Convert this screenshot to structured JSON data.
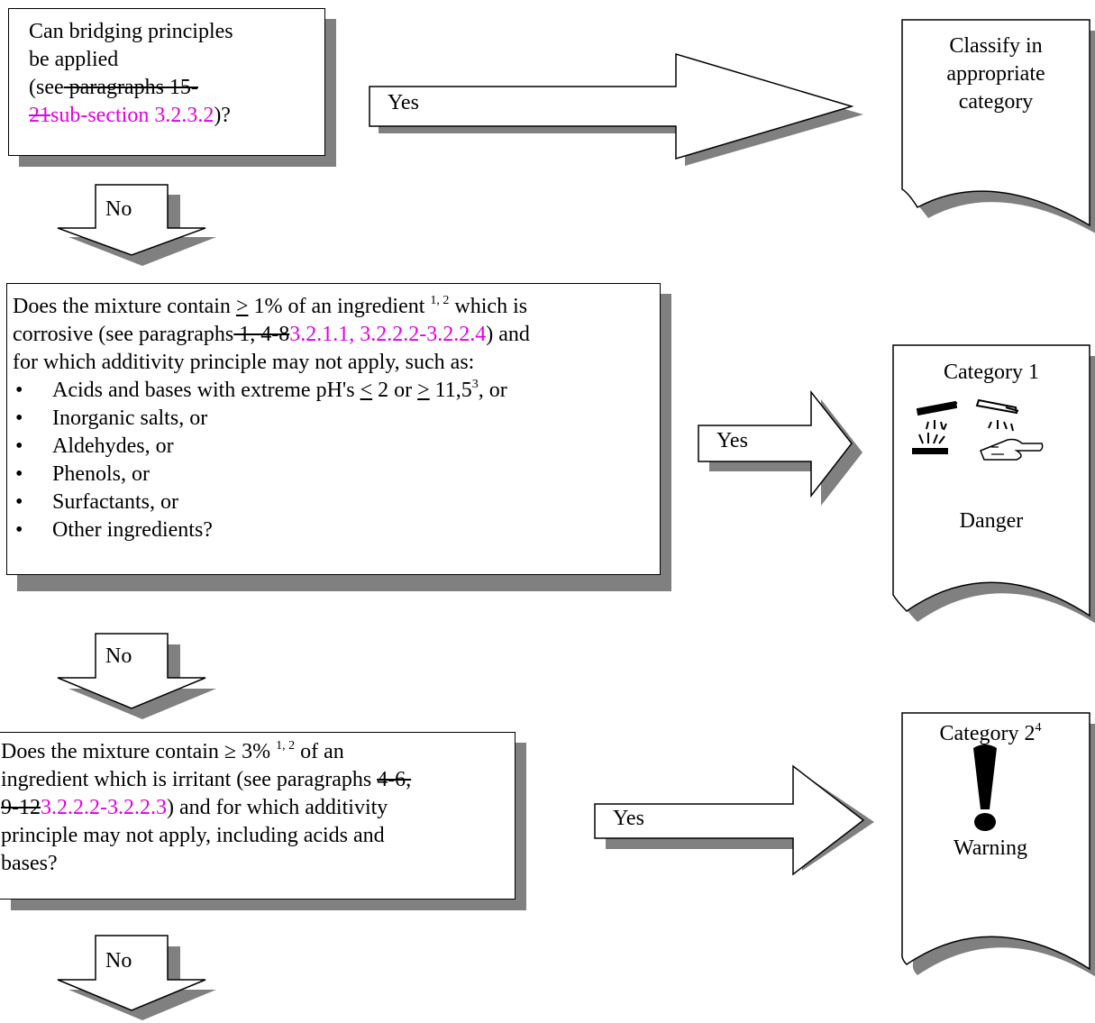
{
  "q1": {
    "line1": "Can bridging principles",
    "line2": "be applied",
    "line3_pre": "(see",
    "line3_del": " paragraphs 15-",
    "line4_del": "21",
    "line4_ins": "sub-section 3.2.3.2",
    "line4_post": ")?"
  },
  "q2": {
    "l1_pre": "Does the mixture contain ",
    "l1_ge": ">",
    "l1_mid": " 1% of an ingredient ",
    "l1_sup": "1, 2",
    "l1_post": " which is",
    "l2_pre": "corrosive (see paragraphs",
    "l2_del": " 1, 4-8",
    "l2_ins": "3.2.1.1, 3.2.2.2-3.2.2.4",
    "l2_post": ") and",
    "l3": "for which additivity principle may not apply, such as:",
    "b1_pre": "Acids and bases with extreme pH's ",
    "b1_le": "<",
    "b1_mid": " 2 or ",
    "b1_ge": ">",
    "b1_val": " 11,5",
    "b1_sup": "3",
    "b1_post": ", or",
    "b2": "Inorganic salts, or",
    "b3": "Aldehydes, or",
    "b4": "Phenols, or",
    "b5": "Surfactants, or",
    "b6": "Other ingredients?"
  },
  "q3": {
    "l1_pre": "Does the mixture contain ≥ 3% ",
    "l1_sup": "1, 2",
    "l1_post": " of an",
    "l2_pre": "ingredient which is irritant (see paragraphs ",
    "l2_del": "4-6,",
    "l3_del": "9-12",
    "l3_ins": "3.2.2.2-3.2.2.3",
    "l3_post": ") and for which additivity",
    "l4": "principle may not apply, including acids and",
    "l5": "bases?"
  },
  "arrows": {
    "yes": "Yes",
    "no": "No"
  },
  "results": {
    "r1_l1": "Classify in",
    "r1_l2": "appropriate",
    "r1_l3": "category",
    "r2_title": "Category 1",
    "r2_signal": "Danger",
    "r3_title": "Category 2",
    "r3_sup": "4",
    "r3_signal": "Warning"
  },
  "colors": {
    "revision": "#e000e0",
    "shadow": "#808080"
  },
  "icons": [
    "corrosion-pictogram-icon",
    "exclamation-mark-icon"
  ]
}
